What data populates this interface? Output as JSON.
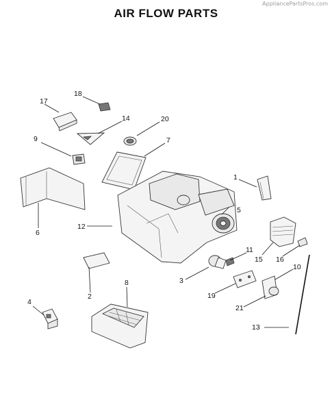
{
  "watermark": "AppliancePartsPros.com",
  "title": "AIR FLOW PARTS",
  "callouts": {
    "c1": "1",
    "c2": "2",
    "c3": "3",
    "c4": "4",
    "c5": "5",
    "c6": "6",
    "c7": "7",
    "c8": "8",
    "c9": "9",
    "c10": "10",
    "c11": "11",
    "c12": "12",
    "c13": "13",
    "c14": "14",
    "c15": "15",
    "c16": "16",
    "c17": "17",
    "c18": "18",
    "c19": "19",
    "c20": "20",
    "c21": "21"
  }
}
